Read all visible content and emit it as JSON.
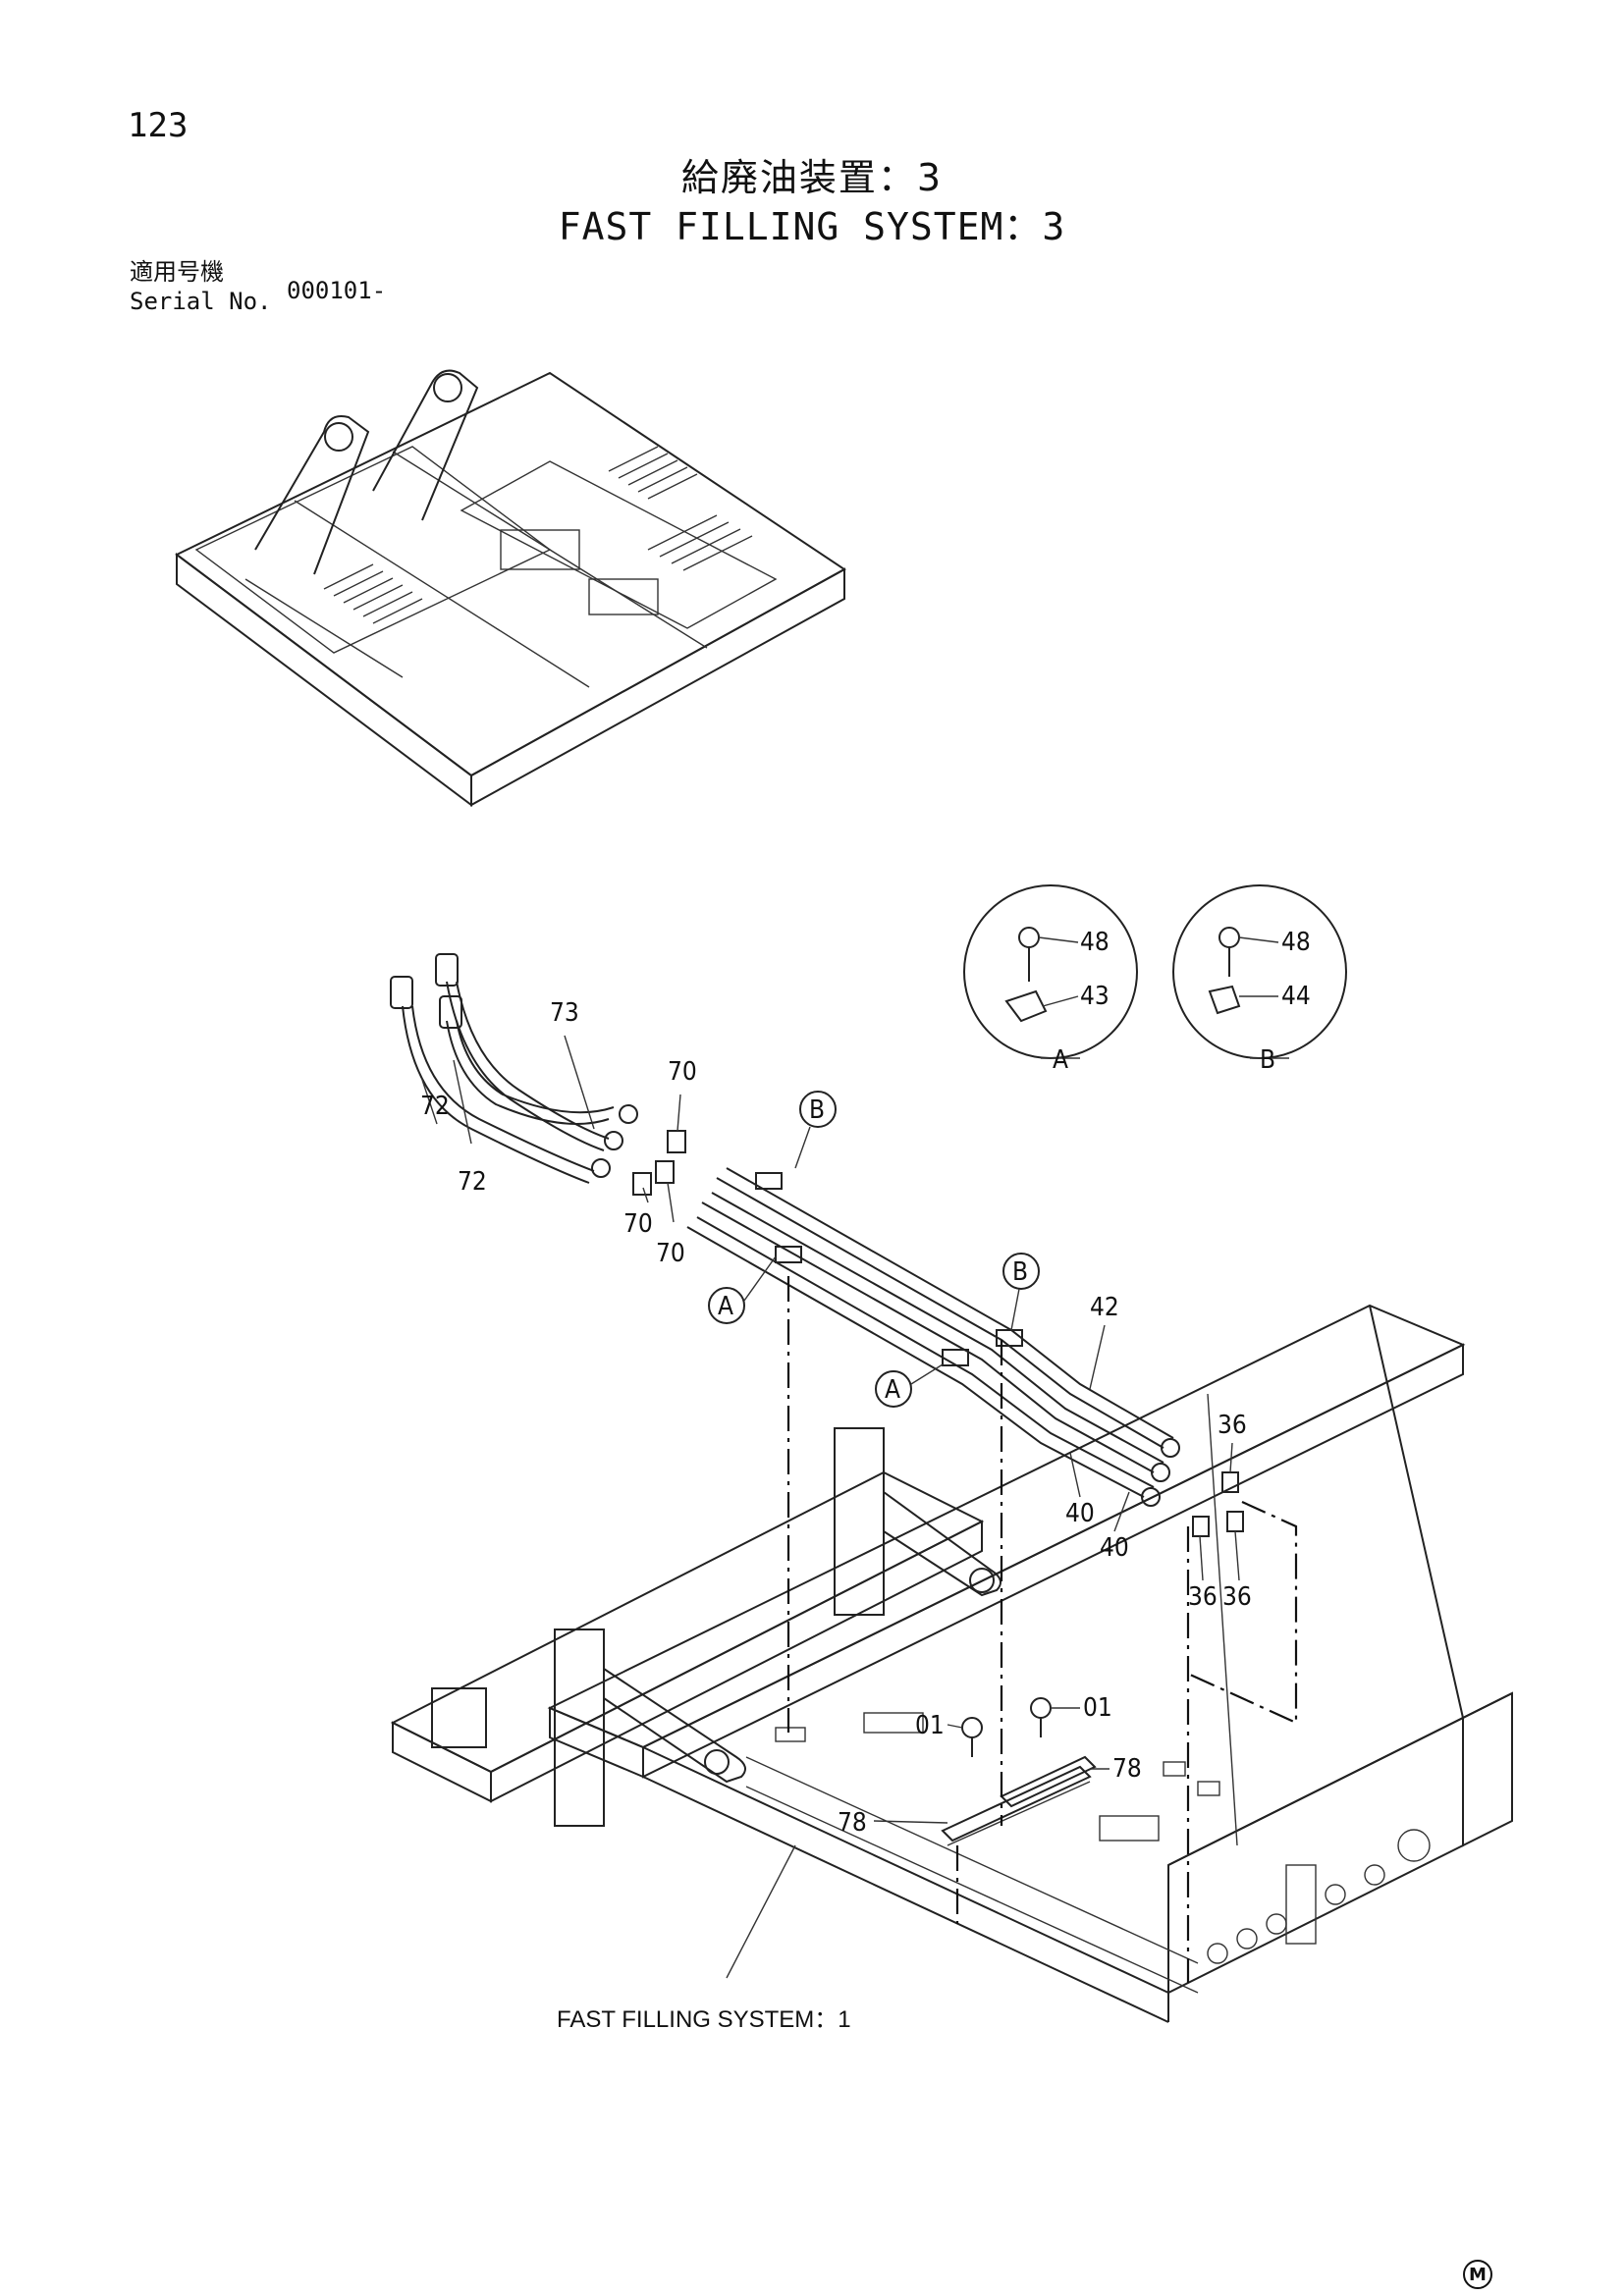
{
  "page_number": "123",
  "title_jp": "給廃油装置：3",
  "title_en": "FAST FILLING SYSTEM：3",
  "serial": {
    "label_jp": "適用号機",
    "label_en": "Serial No.",
    "value": "000101-"
  },
  "callouts": {
    "p73": "73",
    "p72a": "72",
    "p72b": "72",
    "p70a": "70",
    "p70b": "70",
    "p70c": "70",
    "p42": "42",
    "p40a": "40",
    "p40b": "40",
    "p36a": "36",
    "p36b": "36",
    "p36c": "36",
    "p01a": "01",
    "p01b": "01",
    "p78a": "78",
    "p78b": "78",
    "p48a": "48",
    "p43": "43",
    "p48b": "48",
    "p44": "44"
  },
  "detail_markers": {
    "a": "A",
    "b": "B"
  },
  "reference_label": "FAST FILLING SYSTEM：1",
  "maker_mark": "M"
}
